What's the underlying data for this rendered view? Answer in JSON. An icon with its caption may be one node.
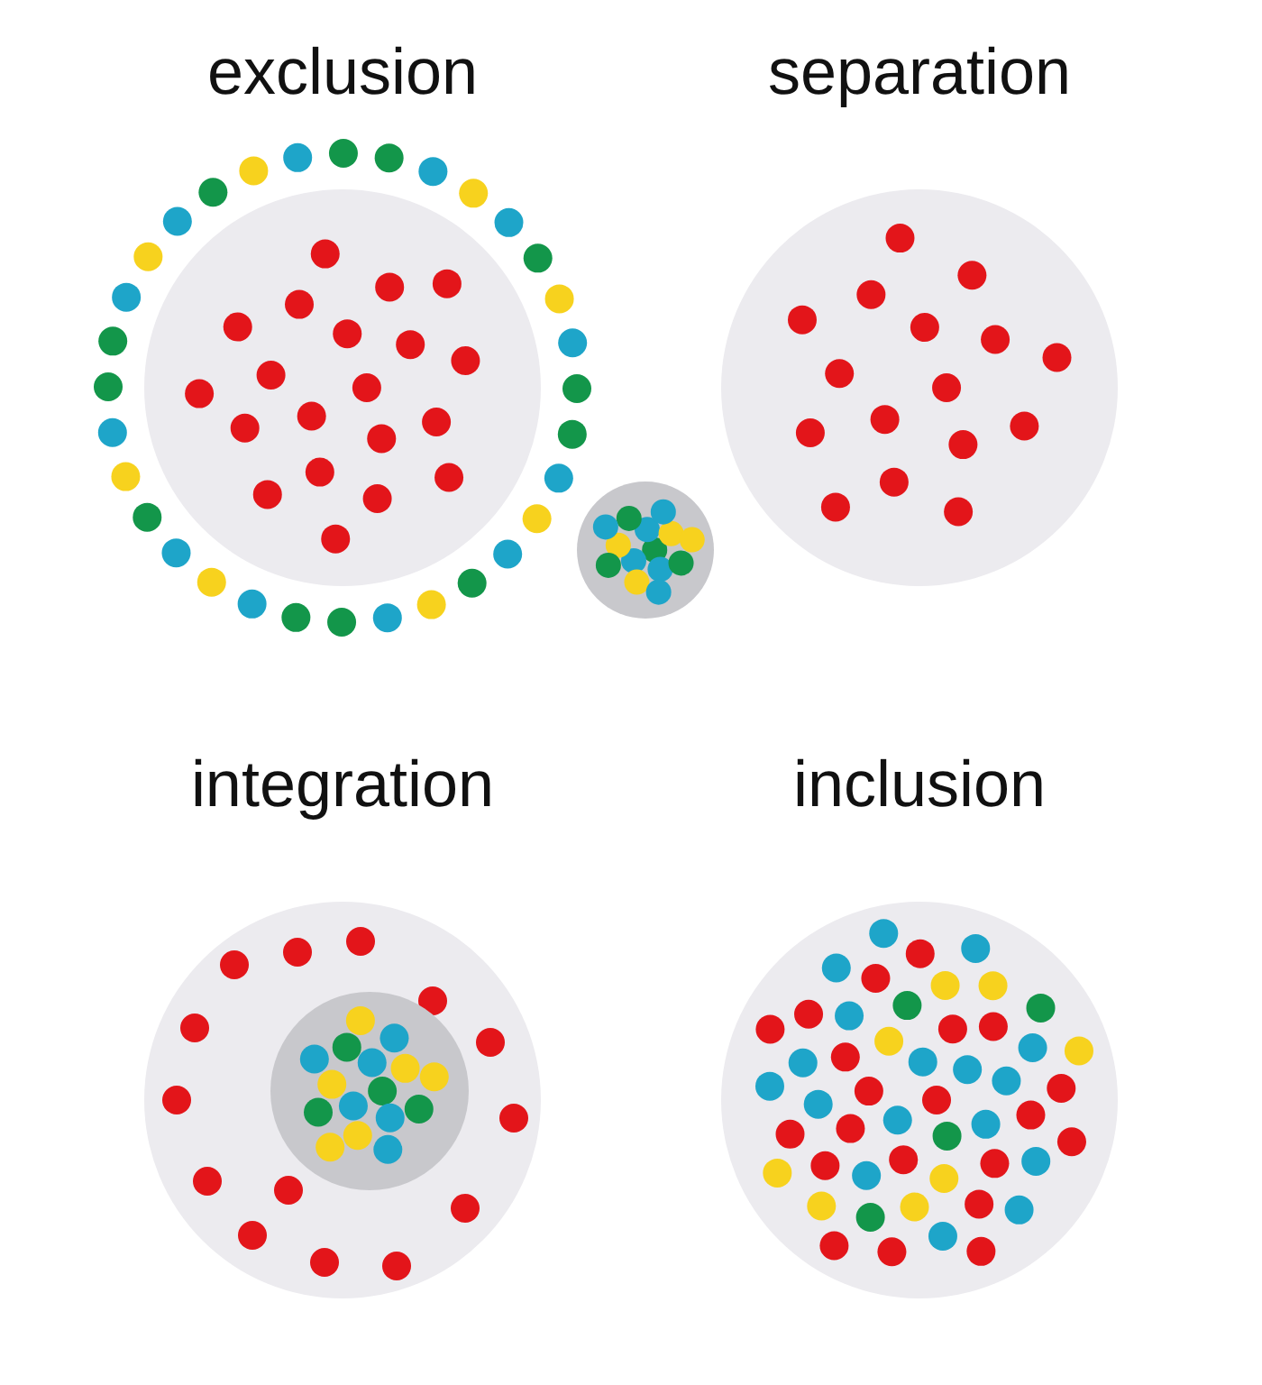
{
  "diagram": {
    "nodes": [
      {
        "text": [
          "exclusion"
        ]
      },
      {
        "text": [
          "separation"
        ]
      },
      {
        "text": [],
        "shape": "circle"
      },
      {
        "text": [
          "integration"
        ]
      },
      {
        "text": [],
        "shape": "circle",
        "in": 3
      },
      {
        "text": [
          "inclusion"
        ]
      }
    ]
  }
}
